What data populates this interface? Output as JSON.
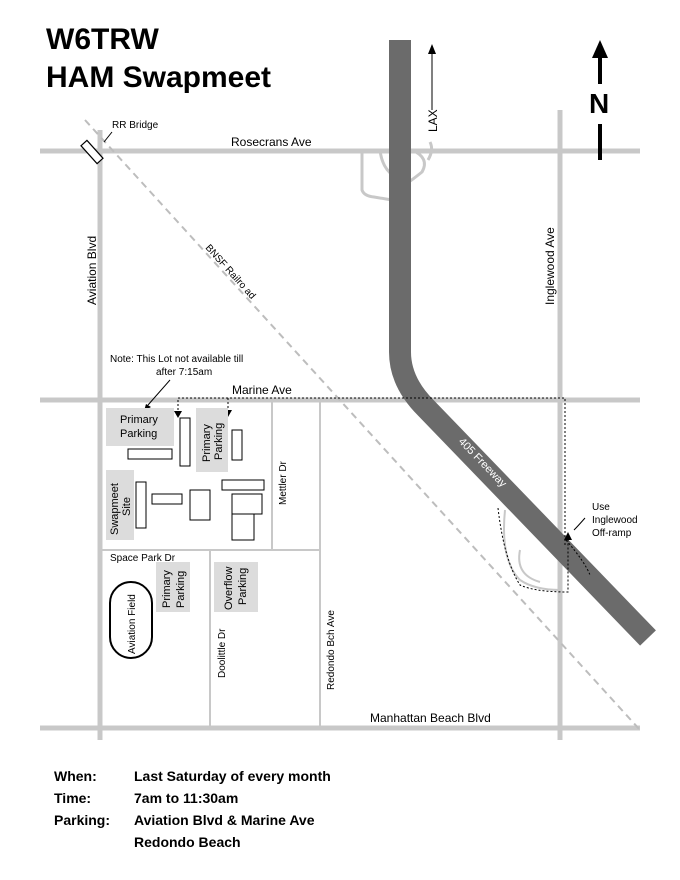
{
  "title": {
    "line1": "W6TRW",
    "line2": "HAM Swapmeet"
  },
  "north_label": "N",
  "lax_label": "LAX",
  "labels": {
    "rr_bridge": "RR Bridge",
    "rosecrans": "Rosecrans Ave",
    "aviation": "Aviation Blvd",
    "inglewood": "Inglewood Ave",
    "railroad": "BNSF Railro ad",
    "note_line1": "Note: This Lot not available till",
    "note_line2": "after 7:15am",
    "marine": "Marine Ave",
    "freeway": "405 Freeway",
    "use_line1": "Use",
    "use_line2": "Inglewood",
    "use_line3": "Off-ramp",
    "mettler": "Mettler Dr",
    "space_park": "Space Park Dr",
    "aviation_field": "Aviation Field",
    "doolittle": "Doolittle Dr",
    "redondo_bch": "Redondo Bch Ave",
    "manhattan": "Manhattan Beach Blvd"
  },
  "lots": {
    "primary_parking_1": [
      "Primary",
      "Parking"
    ],
    "primary_parking_2": [
      "Primary",
      "Parking"
    ],
    "swapmeet_site": [
      "Swapmeet",
      "Site"
    ],
    "primary_parking_3": [
      "Primary",
      "Parking"
    ],
    "overflow_parking": [
      "Overflow",
      "Parking"
    ]
  },
  "info": [
    {
      "label": "When:",
      "value": "Last Saturday of every month"
    },
    {
      "label": "Time:",
      "value": "7am to 11:30am"
    },
    {
      "label": "Parking:",
      "value": "Aviation Blvd & Marine Ave"
    },
    {
      "label": "",
      "value": "Redondo Beach"
    }
  ],
  "colors": {
    "road": "#c8c8c8",
    "freeway": "#6b6b6b",
    "lot": "#dcdcdc",
    "rail": "#bdbdbd"
  }
}
